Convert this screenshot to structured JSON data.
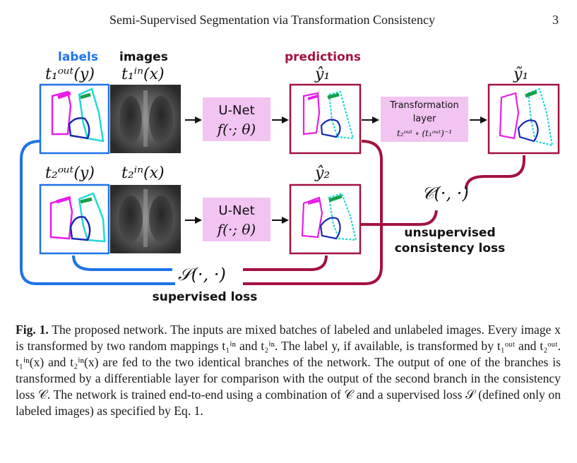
{
  "header": {
    "title": "Semi-Supervised Segmentation via Transformation Consistency",
    "page_number": "3"
  },
  "figure": {
    "top_labels": {
      "labels": "labels",
      "images": "images",
      "predictions": "predictions"
    },
    "math_labels": {
      "t1_out_y": "t₁ᵒᵘᵗ(y)",
      "t1_in_x": "t₁ⁱⁿ(x)",
      "t2_out_y": "t₂ᵒᵘᵗ(y)",
      "t2_in_x": "t₂ⁱⁿ(x)",
      "y_hat_1": "ŷ₁",
      "y_hat_2": "ŷ₂",
      "y_tilde_1": "ỹ₁",
      "consistency": "𝒞(·, ·)",
      "supervised": "𝒮(·, ·)"
    },
    "unet": {
      "title": "U-Net",
      "function": "f(·; θ)"
    },
    "transform": {
      "line1": "Transformation",
      "line2": "layer",
      "formula": "t₂ᵒᵘᵗ ∘ (t₁ᵒᵘᵗ)⁻¹"
    },
    "losses": {
      "unsupervised_line1": "unsupervised",
      "unsupervised_line2": "consistency loss",
      "supervised": "supervised loss"
    },
    "colors": {
      "blue": "#1e73e8",
      "crimson": "#a4123f",
      "pink_box": "#f2c4f2",
      "magenta": "#e81ee8",
      "cyan": "#22d8d8",
      "navy": "#1a2bb0",
      "green": "#18a04a"
    }
  },
  "caption": {
    "lead": "Fig. 1.",
    "lines": [
      "The proposed network. The inputs are mixed batches of labeled and unlabeled",
      "images. Every image x is transformed by two random mappings t₁ⁱⁿ and t₂ⁱⁿ. The label",
      "y, if available, is transformed by t₁ᵒᵘᵗ and t₂ᵒᵘᵗ. t₁ⁱⁿ(x) and t₂ⁱⁿ(x) are fed to the two",
      "identical branches of the network. The output of one of the branches is transformed",
      "by a differentiable layer for comparison with the output of the second branch in the",
      "consistency loss 𝒞. The network is trained end-to-end using a combination of 𝒞 and a",
      "supervised loss 𝒮 (defined only on labeled images) as specified by Eq. 1."
    ]
  }
}
